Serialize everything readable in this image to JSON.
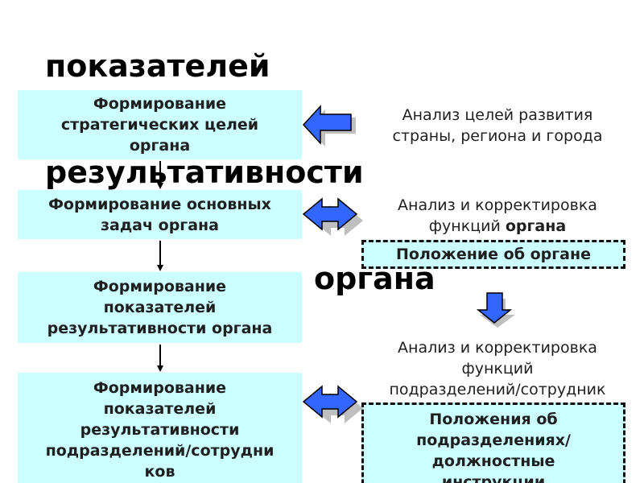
{
  "title": {
    "line1": "показателей",
    "line2": "результативности",
    "line3": "органа"
  },
  "left_boxes": [
    "Формирование\nстратегических целей\nоргана",
    "Формирование основных\nзадач органа",
    "Формирование\nпоказателей\nрезультативности органа",
    "Формирование\nпоказателей\nрезультативности\nподразделений/сотрудни\nков"
  ],
  "right": {
    "goals_analysis": "Анализ целей развития\nстраны, региона и города",
    "functions_analysis_prefix": "Анализ и корректировка\nфункций ",
    "functions_analysis_bold": "органа",
    "regulation_box": "Положение об органе",
    "units_analysis": "Анализ и корректировка\nфункций\nподразделений/сотрудник",
    "units_regulation_box": "Положения об\nподразделениях/\nдолжностные\nинструкции"
  },
  "colors": {
    "box_fill": "#ccffff",
    "arrow_fill": "#3366ff",
    "arrow_outline": "#000000"
  }
}
